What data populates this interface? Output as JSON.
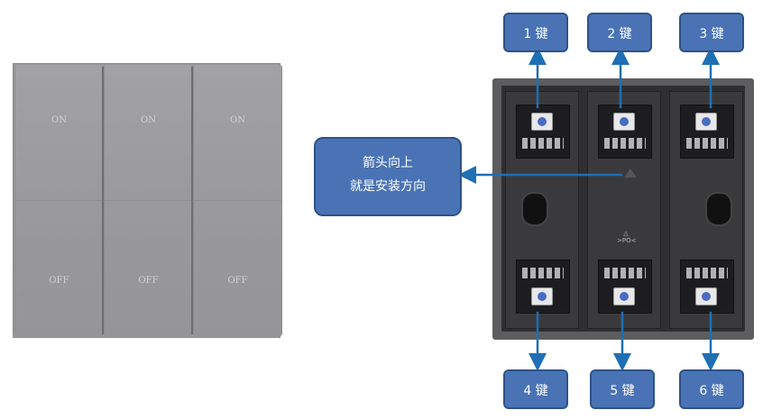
{
  "front_panel": {
    "rockers": [
      {
        "on": "ON",
        "off": "OFF"
      },
      {
        "on": "ON",
        "off": "OFF"
      },
      {
        "on": "ON",
        "off": "OFF"
      }
    ]
  },
  "callouts": {
    "keys": [
      "1 键",
      "2 键",
      "3 键",
      "4 键",
      "5 键",
      "6 键"
    ],
    "note_line1": "箭头向上",
    "note_line2": "就是安装方向"
  },
  "back_plate": {
    "recycle_text": ">PO<"
  },
  "colors": {
    "callout_fill": "#4a73b5",
    "callout_border": "#2e5289",
    "arrow": "#1f6fb5",
    "panel": "#9a9a9c"
  }
}
